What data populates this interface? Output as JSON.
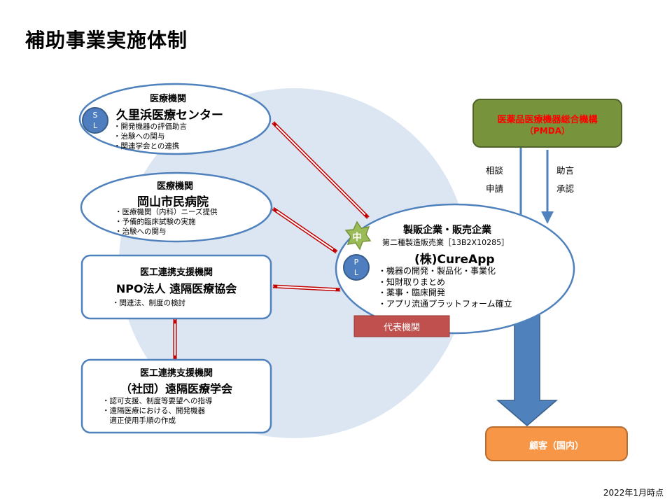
{
  "title": "補助事業実施体制",
  "kurihama": {
    "header": "医療機関",
    "badge_top": "S",
    "badge_bottom": "L",
    "name": "久里浜医療センター",
    "bullets": [
      "・開発機器の評価助言",
      "・治験への関与",
      "・関連学会との連携"
    ]
  },
  "okayama": {
    "header": "医療機関",
    "name": "岡山市民病院",
    "bullets": [
      "・医療機関（内科）ニーズ提供",
      "・予備的臨床試験の実施",
      "・治験への関与"
    ]
  },
  "npo": {
    "header": "医工連携支援機関",
    "name": "NPO法人 遠隔医療協会",
    "bullets": [
      "・関連法、制度の検討"
    ]
  },
  "society": {
    "header": "医工連携支援機関",
    "name": "（社団）遠隔医療学会",
    "bullets": [
      "・認可支援、制度等要望への指導",
      "・遠隔医療における、開発機器",
      "　適正使用手順の作成"
    ]
  },
  "cureapp": {
    "star_label": "中",
    "badge_top": "P",
    "badge_bottom": "L",
    "header": "製販企業・販売企業",
    "license": "第二種製造販売業［13B2X10285］",
    "name": "(株)CureApp",
    "bullets": [
      "・機器の開発・製品化・事業化",
      "・知財取りまとめ",
      "・薬事・臨床開発",
      "・アプリ流通プラットフォーム確立"
    ],
    "rep_label": "代表機関"
  },
  "pmda": {
    "name": "医薬品医療機器総合機構",
    "abbr": "（PMDA）"
  },
  "flow_labels": {
    "consult": "相談",
    "apply": "申請",
    "advice": "助言",
    "approve": "承認"
  },
  "customer": "顧客（国内）",
  "date": "2022年1月時点",
  "colors": {
    "blue_outline": "#4f81bd",
    "background_circle": "#dce6f2",
    "red_arrow": "#c00000",
    "pmda_fill": "#77933c",
    "pmda_text": "#ff0000",
    "customer_fill": "#f79646",
    "rep_fill": "#c0504d",
    "star_fill": "#9bbb59"
  }
}
